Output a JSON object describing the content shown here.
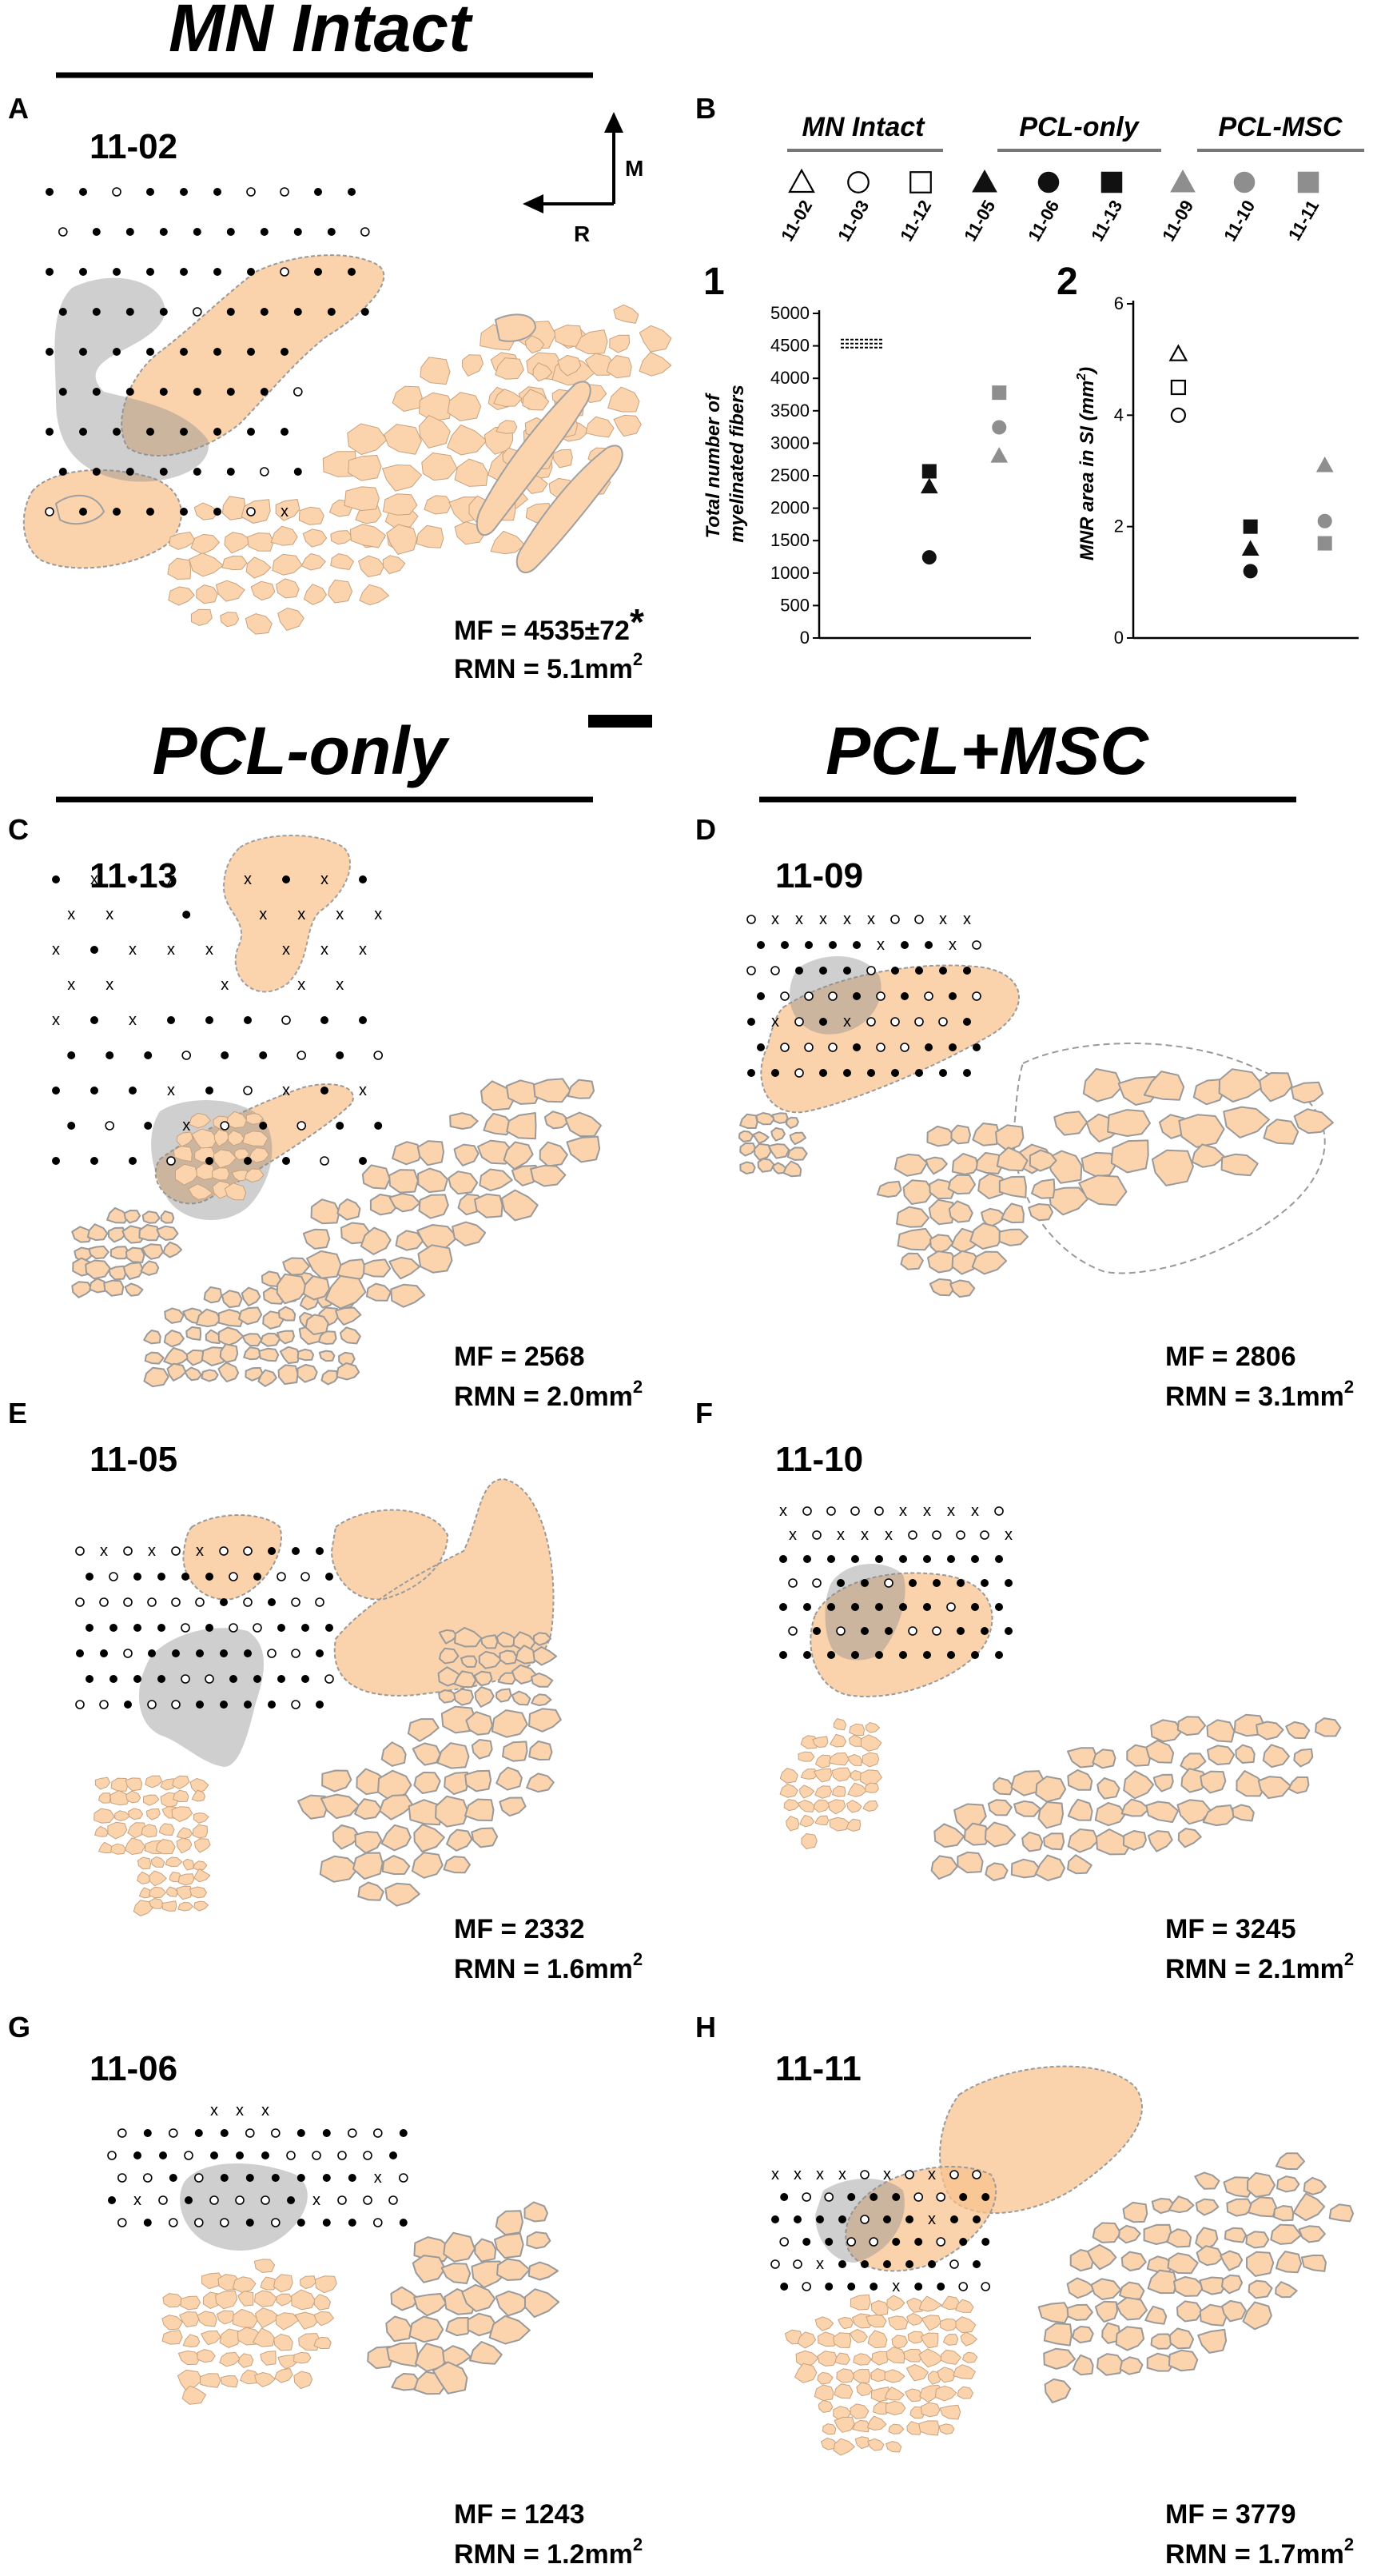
{
  "figure": {
    "section_headings": {
      "mn_intact": "MN Intact",
      "pcl_only": "PCL-only",
      "pcl_msc": "PCL+MSC"
    },
    "orientation": {
      "medial": "M",
      "rostral": "R"
    },
    "panels": [
      {
        "letter": "A",
        "id": "11-02",
        "mf": "MF = 4535±72",
        "mf_mark": "*",
        "rmn": "RMN = 5.1mm",
        "sup": "2"
      },
      {
        "letter": "C",
        "id": "11-13",
        "mf": "MF = 2568",
        "rmn": "RMN = 2.0mm",
        "sup": "2"
      },
      {
        "letter": "D",
        "id": "11-09",
        "mf": "MF = 2806",
        "rmn": "RMN = 3.1mm",
        "sup": "2"
      },
      {
        "letter": "E",
        "id": "11-05",
        "mf": "MF = 2332",
        "rmn": "RMN = 1.6mm",
        "sup": "2"
      },
      {
        "letter": "F",
        "id": "11-10",
        "mf": "MF = 3245",
        "rmn": "RMN = 2.1mm",
        "sup": "2"
      },
      {
        "letter": "G",
        "id": "11-06",
        "mf": "MF = 1243",
        "rmn": "RMN = 1.2mm",
        "sup": "2"
      },
      {
        "letter": "H",
        "id": "11-11",
        "mf": "MF = 3779",
        "rmn": "RMN = 1.7mm",
        "sup": "2"
      }
    ],
    "panel_b": {
      "letter": "B",
      "legend": {
        "groups": [
          "MN Intact",
          "PCL-only",
          "PCL-MSC"
        ],
        "items": [
          {
            "id": "11-02",
            "shape": "triangle",
            "style": "open"
          },
          {
            "id": "11-03",
            "shape": "circle",
            "style": "open"
          },
          {
            "id": "11-12",
            "shape": "square",
            "style": "open"
          },
          {
            "id": "11-05",
            "shape": "triangle",
            "style": "black"
          },
          {
            "id": "11-06",
            "shape": "circle",
            "style": "black"
          },
          {
            "id": "11-13",
            "shape": "square",
            "style": "black"
          },
          {
            "id": "11-09",
            "shape": "triangle",
            "style": "grey"
          },
          {
            "id": "11-10",
            "shape": "circle",
            "style": "grey"
          },
          {
            "id": "11-11",
            "shape": "square",
            "style": "grey"
          }
        ]
      },
      "colors": {
        "open": "#ffffff",
        "black": "#111111",
        "grey": "#8e8e8e"
      }
    }
  },
  "chart_data": [
    {
      "type": "scatter",
      "panel_number": "1",
      "ylabel_line1": "Total number of",
      "ylabel_line2": "myelinated fibers",
      "ylim": [
        0,
        5000
      ],
      "yticks": [
        0,
        500,
        1000,
        1500,
        2000,
        2500,
        3000,
        3500,
        4000,
        4500,
        5000
      ],
      "series": [
        {
          "name": "MN Intact",
          "values": [
            4535,
            4535,
            4535
          ],
          "marker": "dash"
        },
        {
          "name": "PCL-only",
          "values": [
            2332,
            1243,
            2568
          ],
          "markers": [
            "triangle",
            "circle",
            "square"
          ],
          "color": "black"
        },
        {
          "name": "PCL-MSC",
          "values": [
            2806,
            3245,
            3779
          ],
          "markers": [
            "triangle",
            "circle",
            "square"
          ],
          "color": "grey"
        }
      ]
    },
    {
      "type": "scatter",
      "panel_number": "2",
      "ylabel": "MNR area in SI (mm",
      "ylabel_sup": "2",
      "ylabel_end": ")",
      "ylim": [
        0,
        6
      ],
      "yticks": [
        0,
        2,
        4,
        6
      ],
      "series": [
        {
          "name": "MN Intact",
          "values": [
            5.1,
            4.0,
            4.5
          ],
          "markers": [
            "triangle",
            "circle",
            "square"
          ],
          "color": "open"
        },
        {
          "name": "PCL-only",
          "values": [
            1.6,
            1.2,
            2.0
          ],
          "markers": [
            "triangle",
            "circle",
            "square"
          ],
          "color": "black"
        },
        {
          "name": "PCL-MSC",
          "values": [
            3.1,
            2.1,
            1.7
          ],
          "markers": [
            "triangle",
            "circle",
            "square"
          ],
          "color": "grey"
        }
      ]
    }
  ]
}
